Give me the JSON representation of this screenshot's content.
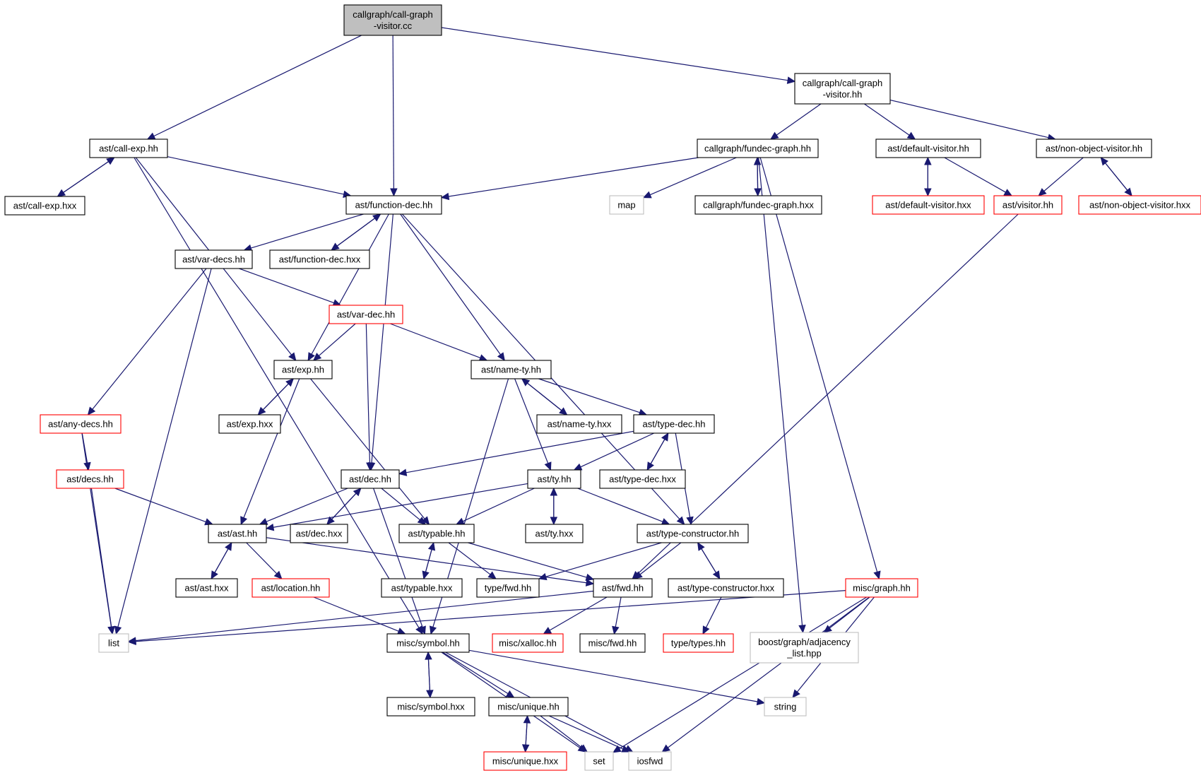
{
  "colors": {
    "edge": "#191970",
    "normal_border": "#000000",
    "truncated_border": "#ff0000",
    "external_border": "#bfbfbf",
    "root_fill": "#bfbfbf",
    "fill": "#ffffff",
    "text": "#000000"
  },
  "nodes": [
    {
      "id": "root",
      "lines": [
        "callgraph/call-graph",
        "-visitor.cc"
      ],
      "kind": "root"
    },
    {
      "id": "cgv_hh",
      "lines": [
        "callgraph/call-graph",
        "-visitor.hh"
      ],
      "kind": "normal"
    },
    {
      "id": "call_exp_hh",
      "lines": [
        "ast/call-exp.hh"
      ],
      "kind": "normal"
    },
    {
      "id": "call_exp_hxx",
      "lines": [
        "ast/call-exp.hxx"
      ],
      "kind": "normal"
    },
    {
      "id": "fundec_graph_hh",
      "lines": [
        "callgraph/fundec-graph.hh"
      ],
      "kind": "normal"
    },
    {
      "id": "default_visitor_hh",
      "lines": [
        "ast/default-visitor.hh"
      ],
      "kind": "normal"
    },
    {
      "id": "non_object_visitor_hh",
      "lines": [
        "ast/non-object-visitor.hh"
      ],
      "kind": "normal"
    },
    {
      "id": "function_dec_hh",
      "lines": [
        "ast/function-dec.hh"
      ],
      "kind": "normal"
    },
    {
      "id": "map",
      "lines": [
        "map"
      ],
      "kind": "external"
    },
    {
      "id": "fundec_graph_hxx",
      "lines": [
        "callgraph/fundec-graph.hxx"
      ],
      "kind": "normal"
    },
    {
      "id": "default_visitor_hxx",
      "lines": [
        "ast/default-visitor.hxx"
      ],
      "kind": "truncated"
    },
    {
      "id": "visitor_hh",
      "lines": [
        "ast/visitor.hh"
      ],
      "kind": "truncated"
    },
    {
      "id": "non_object_visitor_hxx",
      "lines": [
        "ast/non-object-visitor.hxx"
      ],
      "kind": "truncated"
    },
    {
      "id": "var_decs_hh",
      "lines": [
        "ast/var-decs.hh"
      ],
      "kind": "normal"
    },
    {
      "id": "function_dec_hxx",
      "lines": [
        "ast/function-dec.hxx"
      ],
      "kind": "normal"
    },
    {
      "id": "var_dec_hh",
      "lines": [
        "ast/var-dec.hh"
      ],
      "kind": "truncated"
    },
    {
      "id": "exp_hh",
      "lines": [
        "ast/exp.hh"
      ],
      "kind": "normal"
    },
    {
      "id": "name_ty_hh",
      "lines": [
        "ast/name-ty.hh"
      ],
      "kind": "normal"
    },
    {
      "id": "any_decs_hh",
      "lines": [
        "ast/any-decs.hh"
      ],
      "kind": "truncated"
    },
    {
      "id": "exp_hxx",
      "lines": [
        "ast/exp.hxx"
      ],
      "kind": "normal"
    },
    {
      "id": "name_ty_hxx",
      "lines": [
        "ast/name-ty.hxx"
      ],
      "kind": "normal"
    },
    {
      "id": "type_dec_hh",
      "lines": [
        "ast/type-dec.hh"
      ],
      "kind": "normal"
    },
    {
      "id": "decs_hh",
      "lines": [
        "ast/decs.hh"
      ],
      "kind": "truncated"
    },
    {
      "id": "dec_hh",
      "lines": [
        "ast/dec.hh"
      ],
      "kind": "normal"
    },
    {
      "id": "ty_hh",
      "lines": [
        "ast/ty.hh"
      ],
      "kind": "normal"
    },
    {
      "id": "type_dec_hxx",
      "lines": [
        "ast/type-dec.hxx"
      ],
      "kind": "normal"
    },
    {
      "id": "ast_hh",
      "lines": [
        "ast/ast.hh"
      ],
      "kind": "normal"
    },
    {
      "id": "dec_hxx",
      "lines": [
        "ast/dec.hxx"
      ],
      "kind": "normal"
    },
    {
      "id": "typable_hh",
      "lines": [
        "ast/typable.hh"
      ],
      "kind": "normal"
    },
    {
      "id": "ty_hxx",
      "lines": [
        "ast/ty.hxx"
      ],
      "kind": "normal"
    },
    {
      "id": "type_constructor_hh",
      "lines": [
        "ast/type-constructor.hh"
      ],
      "kind": "normal"
    },
    {
      "id": "ast_hxx",
      "lines": [
        "ast/ast.hxx"
      ],
      "kind": "normal"
    },
    {
      "id": "location_hh",
      "lines": [
        "ast/location.hh"
      ],
      "kind": "truncated"
    },
    {
      "id": "typable_hxx",
      "lines": [
        "ast/typable.hxx"
      ],
      "kind": "normal"
    },
    {
      "id": "type_fwd_hh",
      "lines": [
        "type/fwd.hh"
      ],
      "kind": "normal"
    },
    {
      "id": "ast_fwd_hh",
      "lines": [
        "ast/fwd.hh"
      ],
      "kind": "normal"
    },
    {
      "id": "type_constructor_hxx",
      "lines": [
        "ast/type-constructor.hxx"
      ],
      "kind": "normal"
    },
    {
      "id": "misc_graph_hh",
      "lines": [
        "misc/graph.hh"
      ],
      "kind": "truncated"
    },
    {
      "id": "list",
      "lines": [
        "list"
      ],
      "kind": "external"
    },
    {
      "id": "misc_symbol_hh",
      "lines": [
        "misc/symbol.hh"
      ],
      "kind": "normal"
    },
    {
      "id": "misc_xalloc_hh",
      "lines": [
        "misc/xalloc.hh"
      ],
      "kind": "truncated"
    },
    {
      "id": "misc_fwd_hh",
      "lines": [
        "misc/fwd.hh"
      ],
      "kind": "normal"
    },
    {
      "id": "type_types_hh",
      "lines": [
        "type/types.hh"
      ],
      "kind": "truncated"
    },
    {
      "id": "boost_adjacency",
      "lines": [
        "boost/graph/adjacency",
        "_list.hpp"
      ],
      "kind": "external"
    },
    {
      "id": "misc_symbol_hxx",
      "lines": [
        "misc/symbol.hxx"
      ],
      "kind": "normal"
    },
    {
      "id": "misc_unique_hh",
      "lines": [
        "misc/unique.hh"
      ],
      "kind": "normal"
    },
    {
      "id": "string",
      "lines": [
        "string"
      ],
      "kind": "external"
    },
    {
      "id": "misc_unique_hxx",
      "lines": [
        "misc/unique.hxx"
      ],
      "kind": "truncated"
    },
    {
      "id": "set",
      "lines": [
        "set"
      ],
      "kind": "external"
    },
    {
      "id": "iosfwd",
      "lines": [
        "iosfwd"
      ],
      "kind": "external"
    }
  ],
  "edges": [
    [
      "root",
      "call_exp_hh"
    ],
    [
      "root",
      "function_dec_hh"
    ],
    [
      "root",
      "cgv_hh"
    ],
    [
      "cgv_hh",
      "fundec_graph_hh"
    ],
    [
      "cgv_hh",
      "default_visitor_hh"
    ],
    [
      "cgv_hh",
      "non_object_visitor_hh"
    ],
    [
      "call_exp_hh",
      "call_exp_hxx"
    ],
    [
      "call_exp_hxx",
      "call_exp_hh"
    ],
    [
      "call_exp_hh",
      "function_dec_hh"
    ],
    [
      "call_exp_hh",
      "exp_hh"
    ],
    [
      "call_exp_hh",
      "misc_symbol_hh"
    ],
    [
      "fundec_graph_hh",
      "function_dec_hh"
    ],
    [
      "fundec_graph_hh",
      "map"
    ],
    [
      "fundec_graph_hh",
      "fundec_graph_hxx"
    ],
    [
      "fundec_graph_hxx",
      "fundec_graph_hh"
    ],
    [
      "fundec_graph_hh",
      "boost_adjacency"
    ],
    [
      "fundec_graph_hh",
      "misc_graph_hh"
    ],
    [
      "default_visitor_hh",
      "default_visitor_hxx"
    ],
    [
      "default_visitor_hxx",
      "default_visitor_hh"
    ],
    [
      "default_visitor_hh",
      "visitor_hh"
    ],
    [
      "non_object_visitor_hh",
      "visitor_hh"
    ],
    [
      "non_object_visitor_hh",
      "non_object_visitor_hxx"
    ],
    [
      "non_object_visitor_hxx",
      "non_object_visitor_hh"
    ],
    [
      "visitor_hh",
      "ast_fwd_hh"
    ],
    [
      "function_dec_hh",
      "var_decs_hh"
    ],
    [
      "function_dec_hh",
      "function_dec_hxx"
    ],
    [
      "function_dec_hxx",
      "function_dec_hh"
    ],
    [
      "function_dec_hh",
      "exp_hh"
    ],
    [
      "function_dec_hh",
      "dec_hh"
    ],
    [
      "function_dec_hh",
      "name_ty_hh"
    ],
    [
      "function_dec_hh",
      "type_constructor_hh"
    ],
    [
      "var_decs_hh",
      "var_dec_hh"
    ],
    [
      "var_decs_hh",
      "any_decs_hh"
    ],
    [
      "var_decs_hh",
      "list"
    ],
    [
      "var_dec_hh",
      "exp_hh"
    ],
    [
      "var_dec_hh",
      "dec_hh"
    ],
    [
      "var_dec_hh",
      "name_ty_hh"
    ],
    [
      "exp_hh",
      "exp_hxx"
    ],
    [
      "exp_hxx",
      "exp_hh"
    ],
    [
      "exp_hh",
      "ast_hh"
    ],
    [
      "exp_hh",
      "typable_hh"
    ],
    [
      "name_ty_hh",
      "name_ty_hxx"
    ],
    [
      "name_ty_hxx",
      "name_ty_hh"
    ],
    [
      "name_ty_hh",
      "type_dec_hh"
    ],
    [
      "name_ty_hh",
      "ty_hh"
    ],
    [
      "name_ty_hh",
      "misc_symbol_hh"
    ],
    [
      "any_decs_hh",
      "decs_hh"
    ],
    [
      "any_decs_hh",
      "list"
    ],
    [
      "decs_hh",
      "ast_hh"
    ],
    [
      "decs_hh",
      "list"
    ],
    [
      "type_dec_hh",
      "dec_hh"
    ],
    [
      "type_dec_hh",
      "ty_hh"
    ],
    [
      "type_dec_hh",
      "type_dec_hxx"
    ],
    [
      "type_dec_hxx",
      "type_dec_hh"
    ],
    [
      "type_dec_hh",
      "type_constructor_hh"
    ],
    [
      "dec_hh",
      "ast_hh"
    ],
    [
      "dec_hh",
      "dec_hxx"
    ],
    [
      "dec_hxx",
      "dec_hh"
    ],
    [
      "dec_hh",
      "typable_hh"
    ],
    [
      "dec_hh",
      "misc_symbol_hh"
    ],
    [
      "ty_hh",
      "ast_hh"
    ],
    [
      "ty_hh",
      "typable_hh"
    ],
    [
      "ty_hh",
      "ty_hxx"
    ],
    [
      "ty_hxx",
      "ty_hh"
    ],
    [
      "ty_hh",
      "type_constructor_hh"
    ],
    [
      "ast_hh",
      "ast_hxx"
    ],
    [
      "ast_hxx",
      "ast_hh"
    ],
    [
      "ast_hh",
      "location_hh"
    ],
    [
      "ast_hh",
      "ast_fwd_hh"
    ],
    [
      "location_hh",
      "misc_symbol_hh"
    ],
    [
      "typable_hh",
      "typable_hxx"
    ],
    [
      "typable_hxx",
      "typable_hh"
    ],
    [
      "typable_hh",
      "type_fwd_hh"
    ],
    [
      "typable_hh",
      "ast_fwd_hh"
    ],
    [
      "type_constructor_hh",
      "type_fwd_hh"
    ],
    [
      "type_constructor_hh",
      "ast_fwd_hh"
    ],
    [
      "type_constructor_hh",
      "type_constructor_hxx"
    ],
    [
      "type_constructor_hxx",
      "type_constructor_hh"
    ],
    [
      "type_constructor_hxx",
      "type_types_hh"
    ],
    [
      "ast_fwd_hh",
      "list"
    ],
    [
      "ast_fwd_hh",
      "misc_xalloc_hh"
    ],
    [
      "ast_fwd_hh",
      "misc_fwd_hh"
    ],
    [
      "misc_graph_hh",
      "list"
    ],
    [
      "misc_graph_hh",
      "boost_adjacency"
    ],
    [
      "misc_graph_hh",
      "string"
    ],
    [
      "misc_graph_hh",
      "set"
    ],
    [
      "misc_graph_hh",
      "iosfwd"
    ],
    [
      "misc_symbol_hh",
      "misc_symbol_hxx"
    ],
    [
      "misc_symbol_hxx",
      "misc_symbol_hh"
    ],
    [
      "misc_symbol_hh",
      "misc_unique_hh"
    ],
    [
      "misc_symbol_hh",
      "string"
    ],
    [
      "misc_symbol_hh",
      "set"
    ],
    [
      "misc_symbol_hh",
      "iosfwd"
    ],
    [
      "misc_unique_hh",
      "misc_unique_hxx"
    ],
    [
      "misc_unique_hxx",
      "misc_unique_hh"
    ],
    [
      "misc_unique_hh",
      "set"
    ],
    [
      "misc_unique_hh",
      "iosfwd"
    ]
  ]
}
